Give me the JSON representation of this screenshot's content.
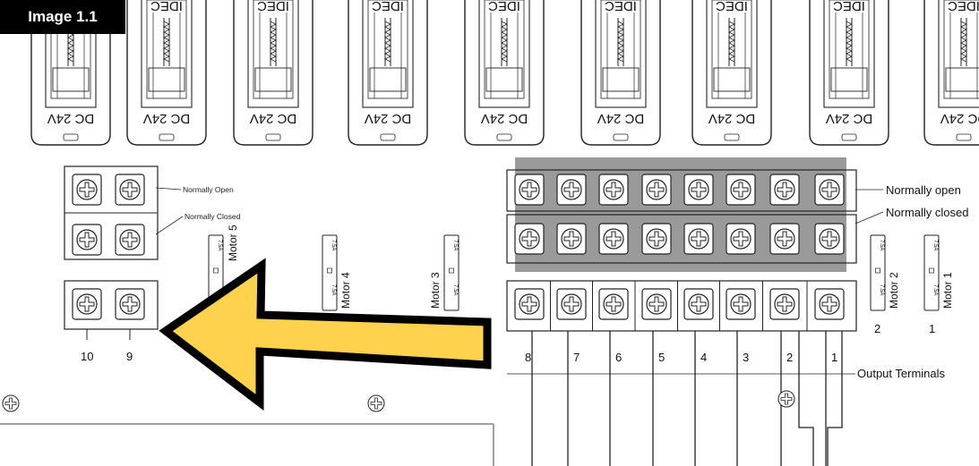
{
  "image_tag": "Image 1.1",
  "relays": {
    "label": "DC 24V",
    "brand": "IDEC",
    "count": 9
  },
  "left_block": {
    "normally_open_label": "Normally Open",
    "normally_closed_label": "Normally Closed",
    "terminal_numbers": [
      "10",
      "9"
    ]
  },
  "fuses_left": [
    {
      "rating": "7.5A",
      "motor": "Motor 5"
    },
    {
      "rating": "7.5A",
      "motor": "Motor 4"
    },
    {
      "rating": "7.5A",
      "motor": "Motor 3"
    }
  ],
  "right_block": {
    "normally_open_label": "Normally open",
    "normally_closed_label": "Normally closed",
    "output_terminals_label": "Output Terminals",
    "terminal_numbers": [
      "8",
      "7",
      "6",
      "5",
      "4",
      "3",
      "2",
      "1"
    ]
  },
  "fuses_right": [
    {
      "rating": "7.5A",
      "motor": "Motor 2",
      "number": "2"
    },
    {
      "rating": "7.5A",
      "motor": "Motor 1",
      "number": "1"
    }
  ],
  "colors": {
    "arrow_fill": "#FFD24D",
    "arrow_stroke": "#000000",
    "gray_band": "#9A9A9A",
    "tag_bg": "#000000"
  }
}
